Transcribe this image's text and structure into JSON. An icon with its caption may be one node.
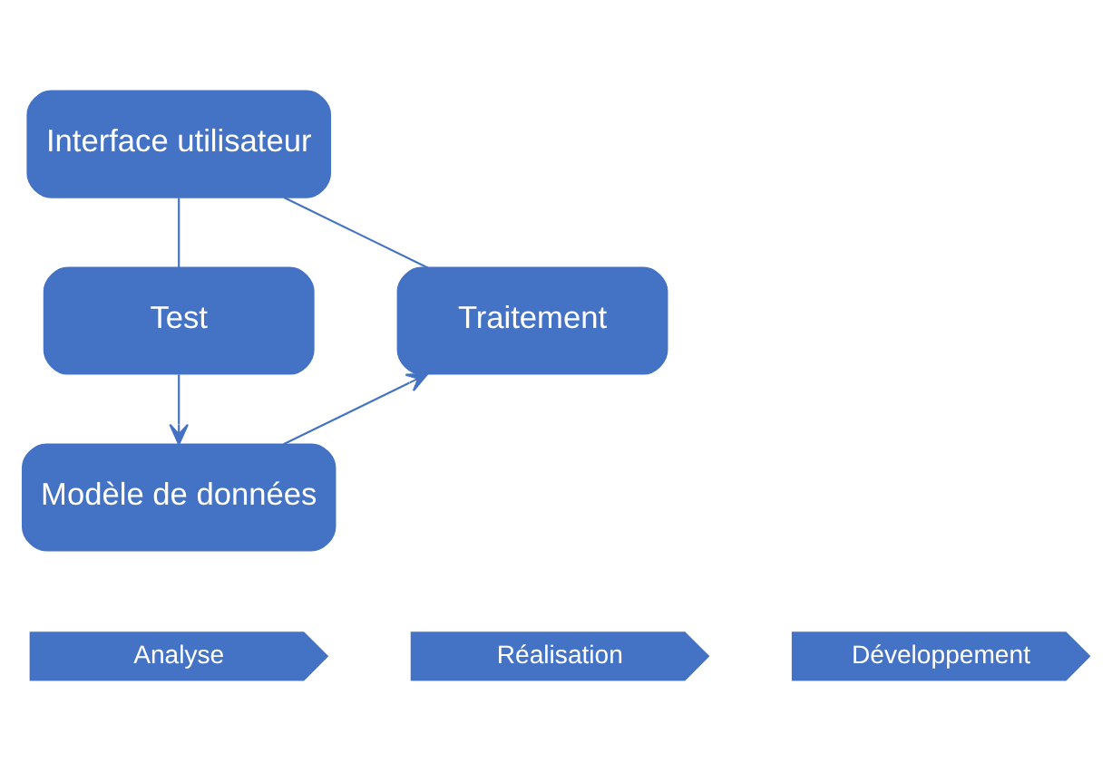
{
  "diagram": {
    "nodes": [
      {
        "text": [
          "Interface utilisateur"
        ]
      },
      {
        "text": [
          "Test"
        ]
      },
      {
        "text": [
          "Traitement"
        ]
      },
      {
        "text": [
          "Modèle de données"
        ]
      },
      {
        "text": [
          "Analyse"
        ]
      },
      {
        "text": [
          "Réalisation"
        ]
      },
      {
        "text": [
          "Développement"
        ]
      }
    ],
    "edges": [
      {
        "from": 1,
        "to": 3,
        "arrow": "to"
      },
      {
        "from": 3,
        "to": 2,
        "arrow": "to"
      },
      {
        "from": 2,
        "to": 0,
        "arrow": "none"
      },
      {
        "from": 0,
        "to": 1,
        "arrow": "none"
      }
    ]
  }
}
